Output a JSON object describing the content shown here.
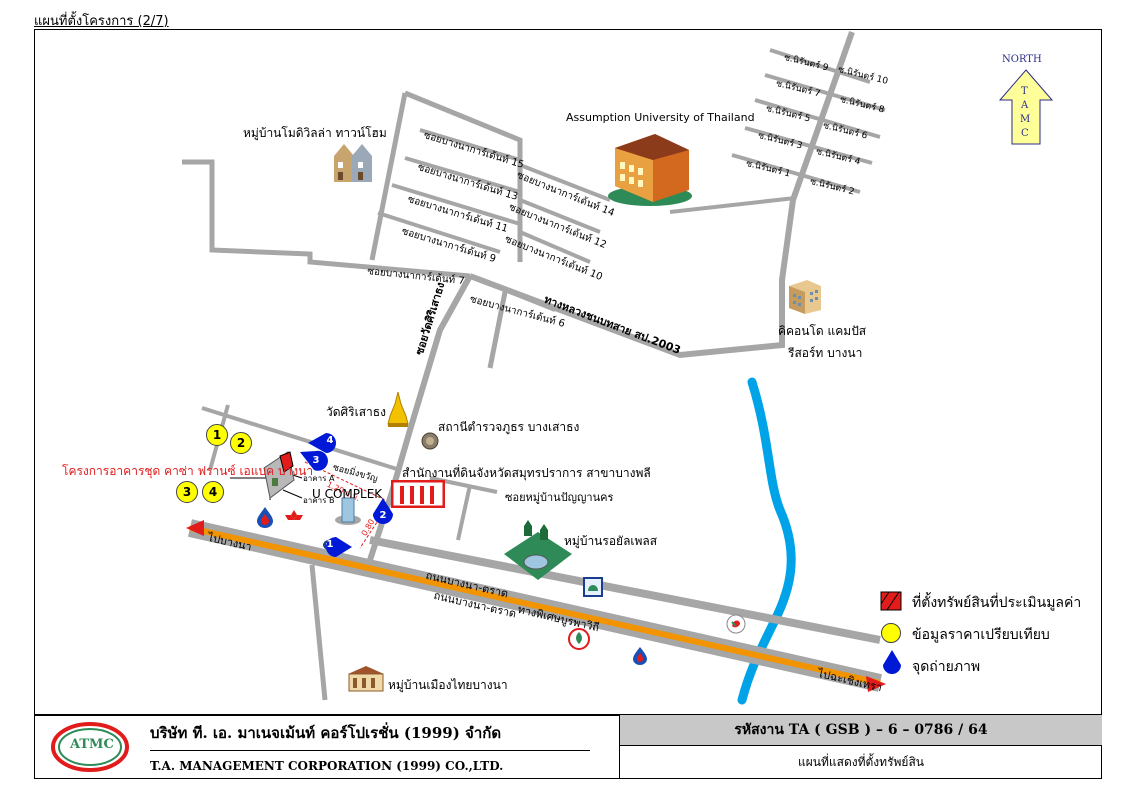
{
  "page_title": "แผนที่ตั้งโครงการ (2/7)",
  "north": {
    "label": "NORTH",
    "letters": [
      "T",
      "A",
      "M",
      "C"
    ]
  },
  "labels": {
    "university": "Assumption University of Thailand",
    "village_modi": "หมู่บ้านโมดิวิลล่า ทาวน์โฮม",
    "condo_line1": "คิคอนโด แคมปัส",
    "condo_line2": "รีสอร์ท บางนา",
    "temple": "วัดศิริเสาธง",
    "police": "สถานีตำรวจภูธร บางเสาธง",
    "land_office": "สำนักงานที่ดินจังหวัดสมุทรปราการ สาขาบางพลี",
    "project_name": "โครงการอาคารชุด คาซ่า ฟรานซ์ เอแบค บางนา",
    "u_complex": "U COMPLEK",
    "village_royal": "หมู่บ้านรอยัลเพลส",
    "village_muang": "หมู่บ้านเมืองไทยบางนา",
    "soi_panya": "ซอยหมู่บ้านปัญญานคร",
    "soi_wat": "ซอยวัดศิริเสาธง",
    "highway_road": "ทางหลวงชนบทสาย สป.2003",
    "road1": "ถนนบางนา-ตราด",
    "road2": "ถนนบางนา-ตราด",
    "expressway": "ทางพิเศษบูรพาวิถี",
    "to_bangna": "ไปบางนา",
    "to_chachoengsao": "ไปฉะเชิงเทรา",
    "building_a": "อาคาร A",
    "building_b": "อาคาร B",
    "soi_mingkwan": "ซอยมิ่งขวัญ",
    "dist1": "1.20 ก.ม.",
    "dist2": "0.80 ก.ม."
  },
  "sois_left": [
    "ซอยบางนาการ์เด้นท์ 15",
    "ซอยบางนาการ์เด้นท์ 13",
    "ซอยบางนาการ์เด้นท์ 11",
    "ซอยบางนาการ์เด้นท์ 9",
    "ซอยบางนาการ์เด้นท์ 7"
  ],
  "sois_right": [
    "ซอยบางนาการ์เด้นท์ 14",
    "ซอยบางนาการ์เด้นท์ 12",
    "ซอยบางนาการ์เด้นท์ 10",
    "ซอยบางนาการ์เด้นท์ 6"
  ],
  "nirun_left": [
    "ซ.นิรันดร์ 9",
    "ซ.นิรันดร์ 7",
    "ซ.นิรันดร์ 5",
    "ซ.นิรันดร์ 3",
    "ซ.นิรันดร์ 1"
  ],
  "nirun_right": [
    "ซ.นิรันดร์ 10",
    "ซ.นิรันดร์ 8",
    "ซ.นิรันดร์ 6",
    "ซ.นิรันดร์ 4",
    "ซ.นิรันดร์ 2"
  ],
  "markers": {
    "comparables": [
      "1",
      "2",
      "3",
      "4"
    ],
    "photo_points": [
      "1",
      "2",
      "3",
      "4"
    ]
  },
  "legend": {
    "property": "ที่ตั้งทรัพย์สินที่ประเมินมูลค่า",
    "comparable": "ข้อมูลราคาเปรียบเทียบ",
    "photo": "จุดถ่ายภาพ"
  },
  "title_block": {
    "logo_text": "ATMC",
    "company_th": "บริษัท ที. เอ. มาเนจเม้นท์ คอร์โปเรชั่น (1999) จำกัด",
    "company_en": "T.A. MANAGEMENT CORPORATION (1999) CO.,LTD.",
    "code": "รหัสงาน TA ( GSB ) – 6 – 0786 / 64",
    "description": "แผนที่แสดงที่ตั้งทรัพย์สิน"
  },
  "colors": {
    "road": "#a6a6a6",
    "main_road_center": "#f29400",
    "river": "#00a3e8",
    "comparable": "#ffff00",
    "photo": "#0019d6",
    "property": "#e21b1b",
    "north": "#ffff99",
    "titleblock_gray": "#c8c8c8"
  }
}
